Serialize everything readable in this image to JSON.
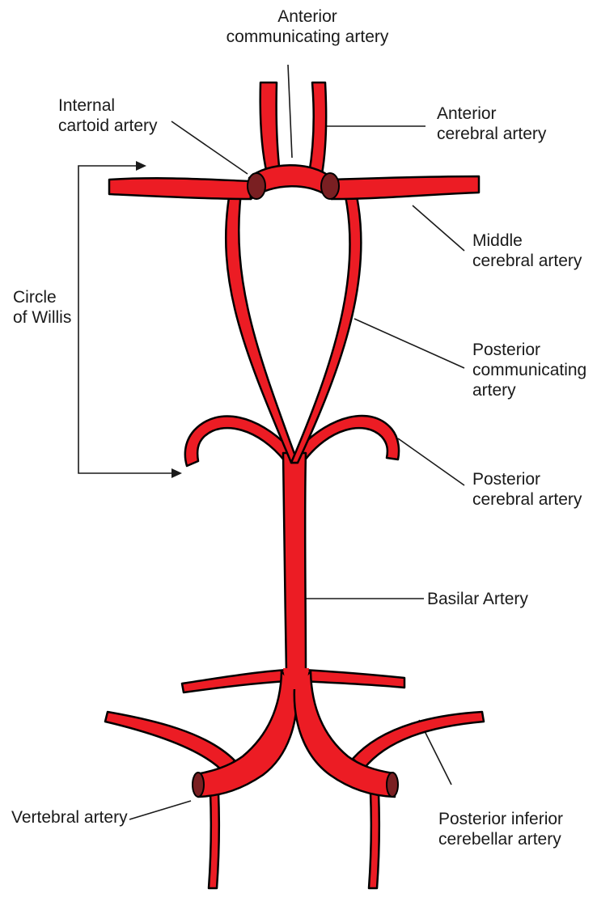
{
  "labels": {
    "anterior_communicating": [
      "Anterior",
      "communicating artery"
    ],
    "internal_carotid": [
      "Internal",
      "cartoid artery"
    ],
    "anterior_cerebral": [
      "Anterior",
      "cerebral artery"
    ],
    "middle_cerebral": [
      "Middle",
      "cerebral artery"
    ],
    "circle_of_willis": [
      "Circle",
      "of Willis"
    ],
    "posterior_communicating": [
      "Posterior",
      "communicating",
      "artery"
    ],
    "posterior_cerebral": [
      "Posterior",
      "cerebral artery"
    ],
    "basilar": [
      "Basilar Artery"
    ],
    "vertebral": [
      "Vertebral artery"
    ],
    "posterior_inferior_cerebellar": [
      "Posterior inferior",
      "cerebellar artery"
    ]
  },
  "colors": {
    "artery": "#ec1c24",
    "node": "#7a1f22",
    "outline": "#000000"
  }
}
